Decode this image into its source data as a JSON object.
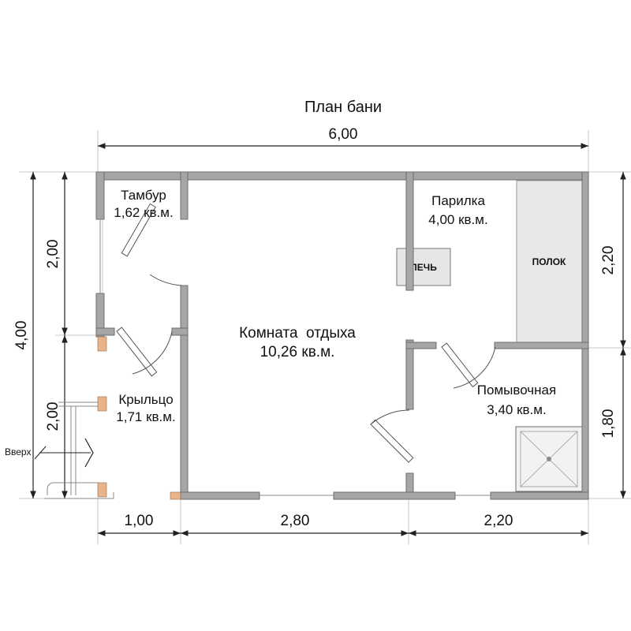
{
  "title": "План бани",
  "dimensions": {
    "top_total": "6,00",
    "bottom": [
      "1,00",
      "2,80",
      "2,20"
    ],
    "left_total": "4,00",
    "left_top": "2,00",
    "left_bottom": "2,00",
    "right_top": "2,20",
    "right_bottom": "1,80"
  },
  "rooms": {
    "tambur": {
      "name": "Тамбур",
      "area": "1,62 кв.м."
    },
    "krylco": {
      "name": "Крыльцо",
      "area": "1,71 кв.м."
    },
    "komnata": {
      "name": "Комната  отдыха",
      "area": "10,26 кв.м."
    },
    "parilka": {
      "name": "Парилка",
      "area": "4,00 кв.м."
    },
    "pomyvochnaya": {
      "name": "Помывочная",
      "area": "3,40 кв.м."
    }
  },
  "fixtures": {
    "pech": "ПЕЧЬ",
    "polok": "ПОЛОК"
  },
  "stairs_label": "Вверх"
}
